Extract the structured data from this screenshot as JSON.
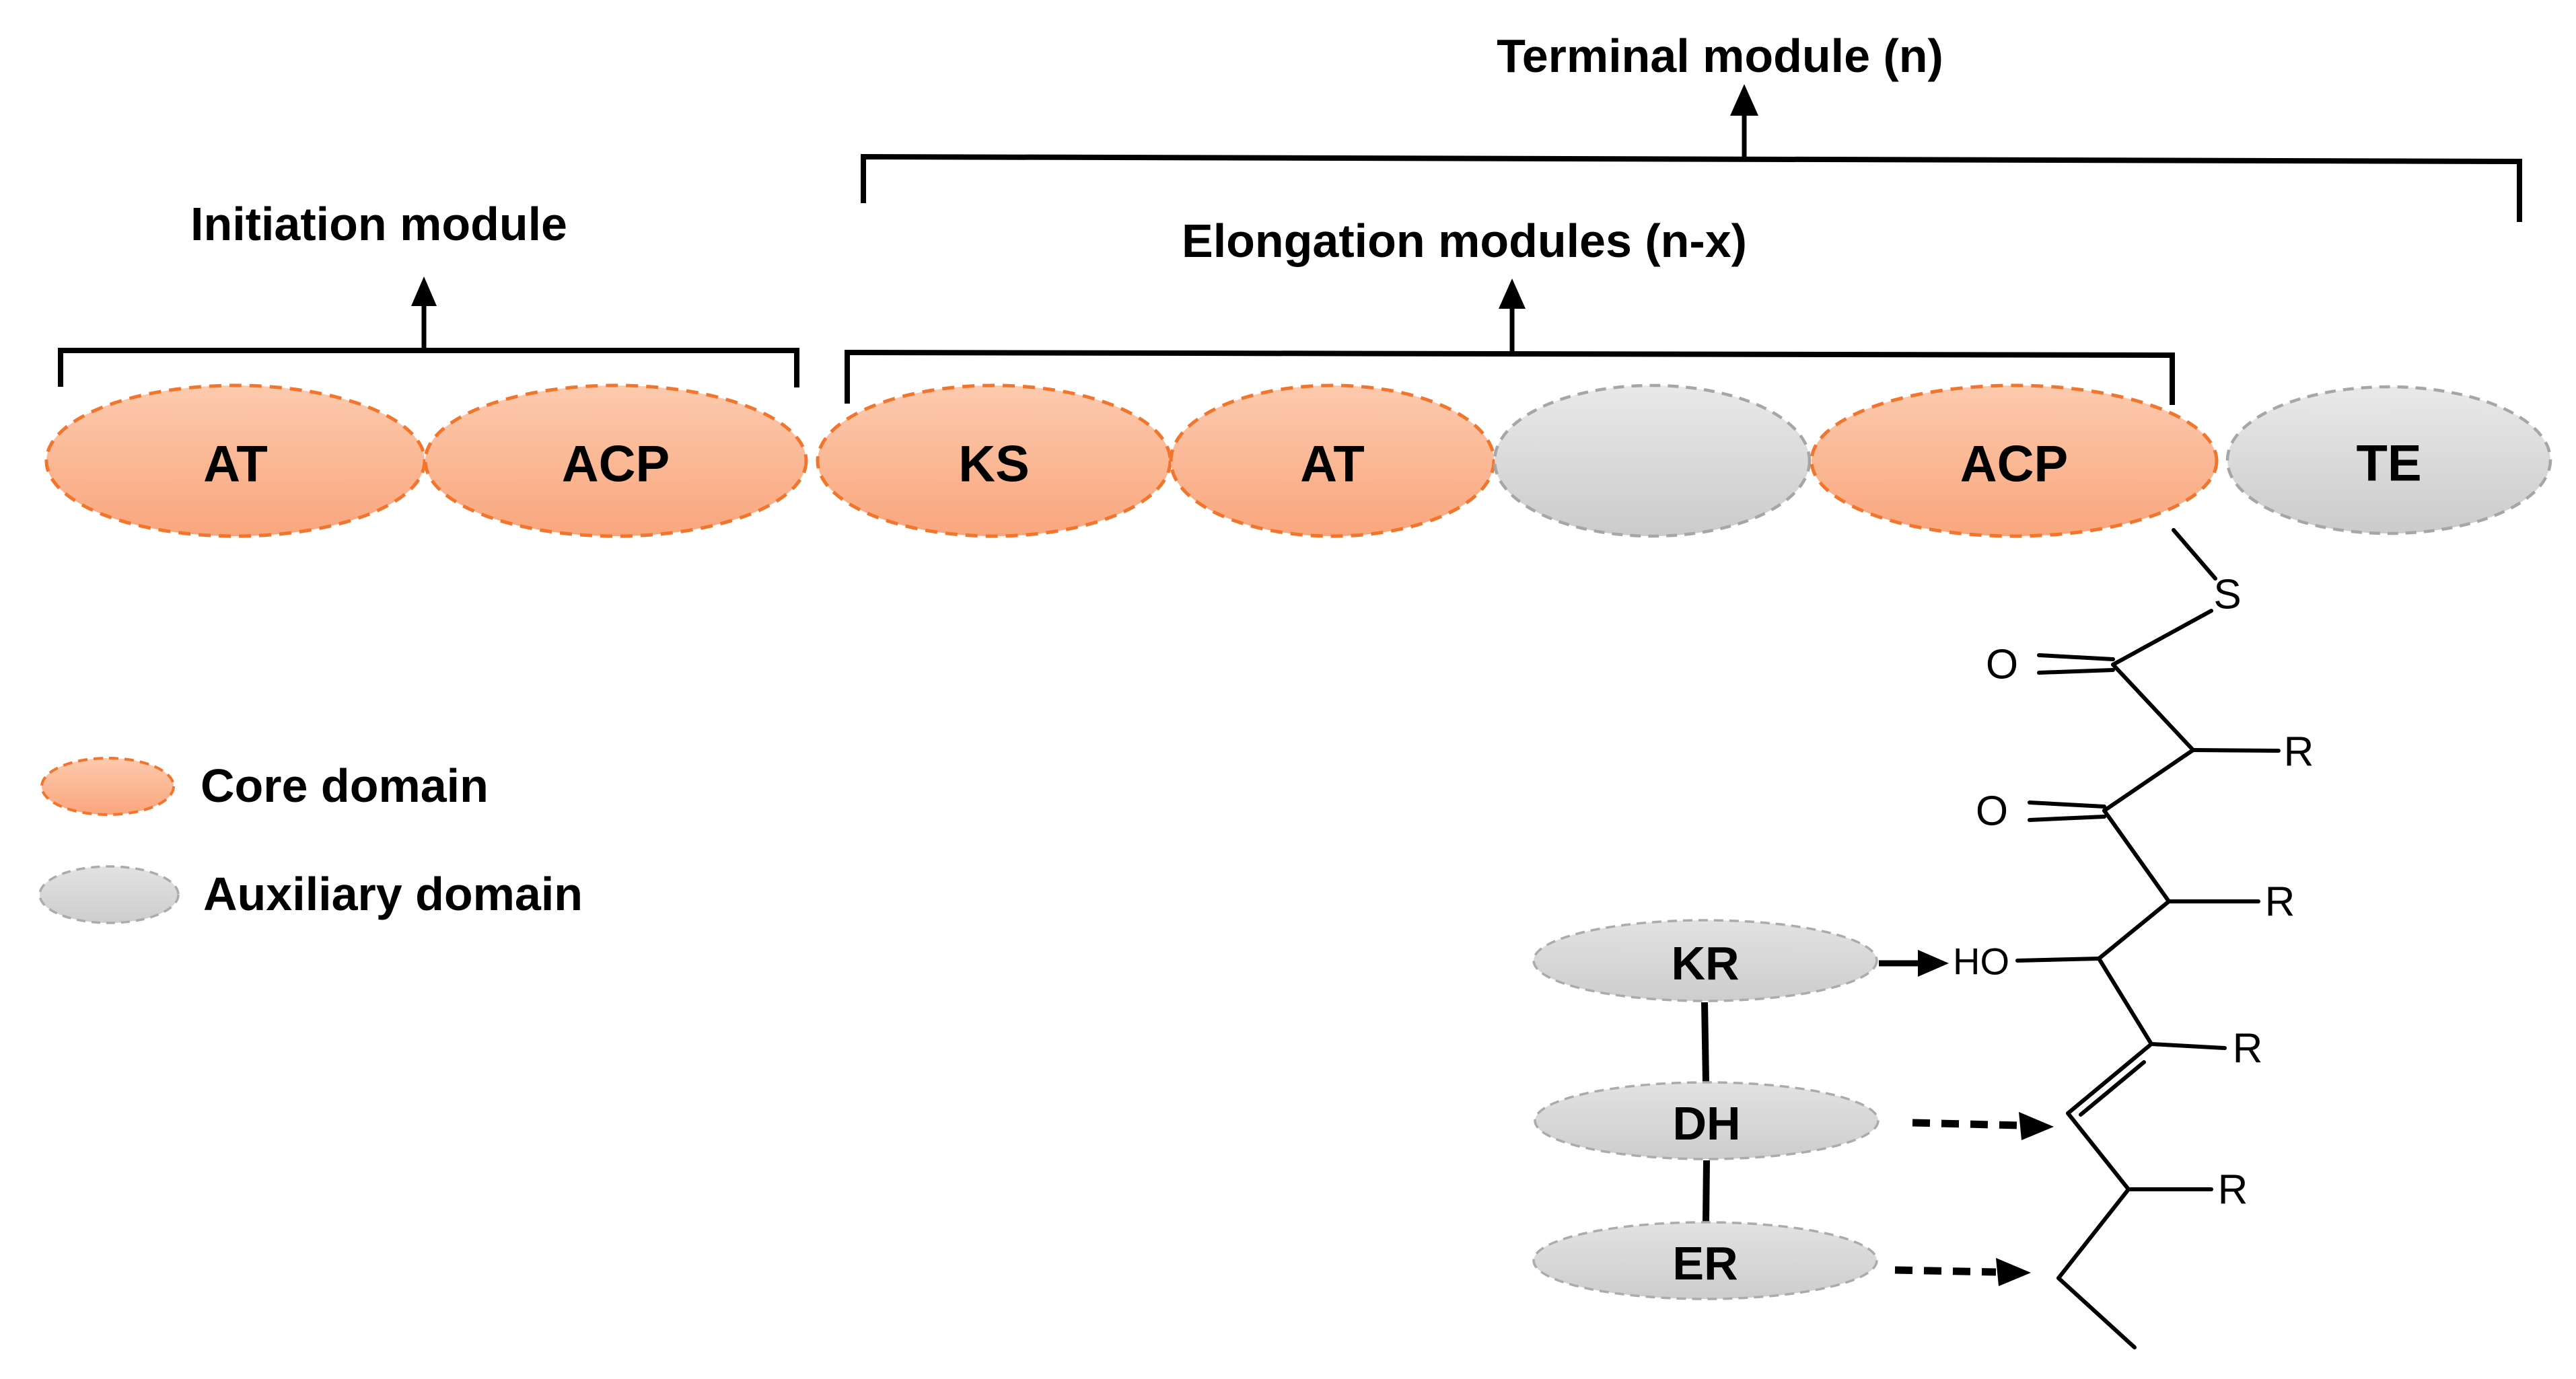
{
  "figure": {
    "modules": {
      "terminal_label": "Terminal module (n)",
      "elongation_label": "Elongation modules (n-x)",
      "initiation_label": "Initiation module"
    },
    "domain_track": [
      {
        "label": "AT",
        "type": "core"
      },
      {
        "label": "ACP",
        "type": "core"
      },
      {
        "label": "KS",
        "type": "core"
      },
      {
        "label": "AT",
        "type": "core"
      },
      {
        "label": "",
        "type": "auxiliary"
      },
      {
        "label": "ACP",
        "type": "core"
      },
      {
        "label": "TE",
        "type": "auxiliary"
      }
    ],
    "tailoring_domains": [
      {
        "label": "KR",
        "arrow": "solid"
      },
      {
        "label": "DH",
        "arrow": "dashed"
      },
      {
        "label": "ER",
        "arrow": "dashed"
      }
    ],
    "legend": [
      {
        "swatch": "core",
        "label": "Core domain"
      },
      {
        "swatch": "auxiliary",
        "label": "Auxiliary domain"
      }
    ],
    "polyketide": {
      "thioester_sulfur": "S",
      "ketone_oxygen_1": "O",
      "ketone_oxygen_2": "O",
      "hydroxyl": "HO",
      "r_group_1": "R",
      "r_group_2": "R",
      "r_group_3": "R",
      "r_group_4": "R"
    },
    "colors": {
      "core_fill_top": "#FCCAAE",
      "core_fill_bottom": "#F9A67D",
      "core_border": "#F3742B",
      "auxiliary_fill_top": "#E9E9E9",
      "auxiliary_fill_bottom": "#CBCBCB",
      "auxiliary_border": "#A6A6A6",
      "line_color": "#000000"
    }
  }
}
